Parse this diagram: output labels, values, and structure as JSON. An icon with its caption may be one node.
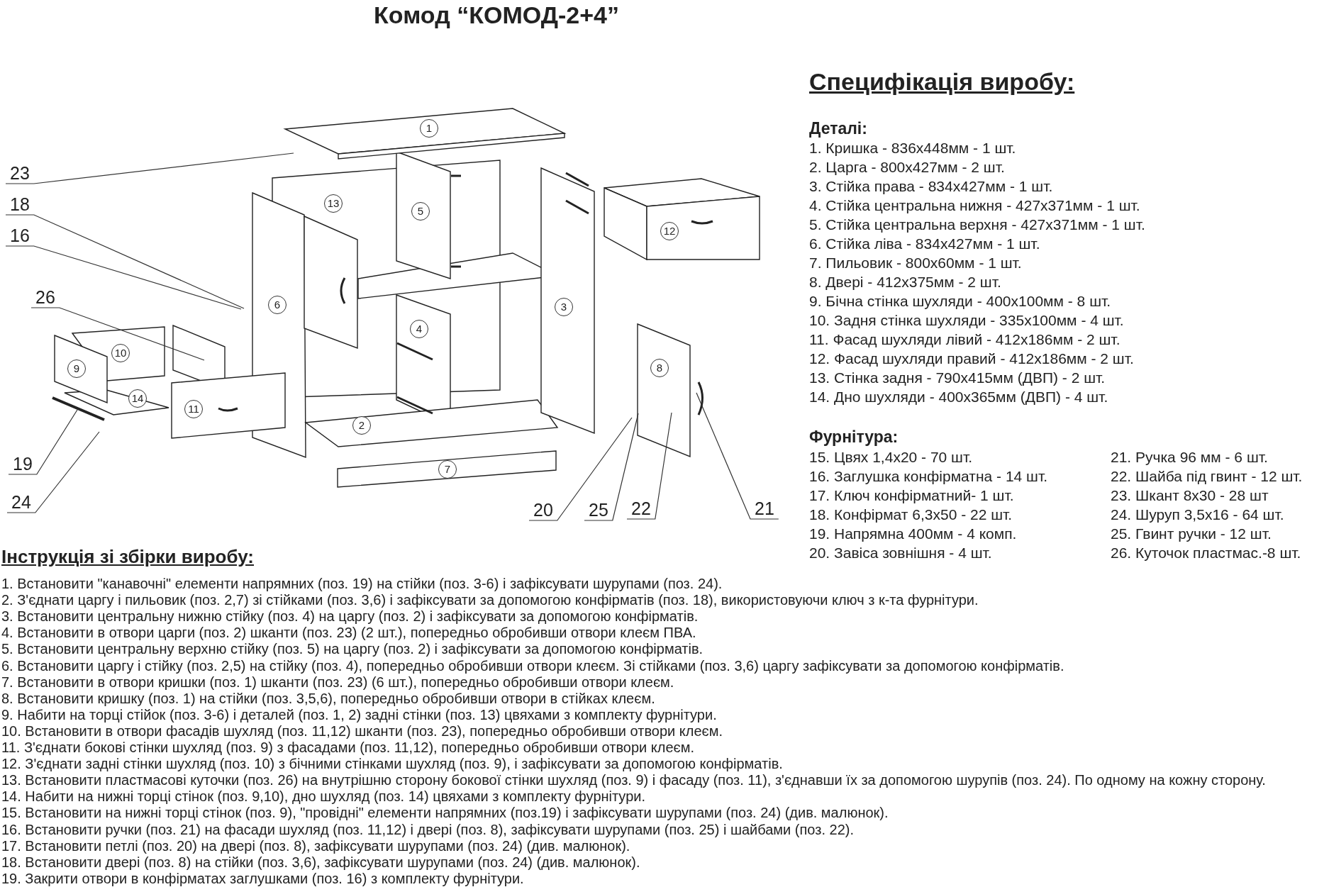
{
  "diagram": {
    "title": "Комод “КОМОД-2+4”",
    "nodes": [
      {
        "text": [
          "23"
        ]
      },
      {
        "text": [
          "18"
        ]
      },
      {
        "text": [
          "16"
        ]
      },
      {
        "text": [
          "26"
        ]
      },
      {
        "text": [
          "19"
        ]
      },
      {
        "text": [
          "24"
        ]
      },
      {
        "text": [
          "1"
        ]
      },
      {
        "text": [
          "13"
        ]
      },
      {
        "text": [
          "5"
        ]
      },
      {
        "text": [
          "12"
        ]
      },
      {
        "text": [
          "6"
        ]
      },
      {
        "text": [
          "3"
        ]
      },
      {
        "text": [
          "4"
        ]
      },
      {
        "text": [
          "8"
        ]
      },
      {
        "text": [
          "10"
        ]
      },
      {
        "text": [
          "9"
        ]
      },
      {
        "text": [
          "14"
        ]
      },
      {
        "text": [
          "11"
        ]
      },
      {
        "text": [
          "2"
        ]
      },
      {
        "text": [
          "7"
        ]
      },
      {
        "text": [
          "20"
        ]
      },
      {
        "text": [
          "25"
        ]
      },
      {
        "text": [
          "22"
        ]
      },
      {
        "text": [
          "21"
        ]
      }
    ],
    "edges": [
      {
        "from": 0,
        "to": null,
        "arrow": "none"
      },
      {
        "from": 1,
        "to": null,
        "arrow": "none"
      },
      {
        "from": 2,
        "to": null,
        "arrow": "none"
      },
      {
        "from": 3,
        "to": null,
        "arrow": "none"
      },
      {
        "from": 4,
        "to": null,
        "arrow": "none"
      },
      {
        "from": 5,
        "to": null,
        "arrow": "none"
      },
      {
        "from": 20,
        "to": null,
        "arrow": "none"
      },
      {
        "from": 21,
        "to": null,
        "arrow": "none"
      },
      {
        "from": 22,
        "to": null,
        "arrow": "none"
      },
      {
        "from": 23,
        "to": null,
        "arrow": "none"
      }
    ],
    "labels": [
      "Специфікація виробу:",
      "Деталі:",
      "1. Кришка - 836x448мм - 1 шт.",
      "2. Царга - 800x427мм - 2 шт.",
      "3. Стійка права - 834x427мм - 1 шт.",
      "4. Стійка центральна нижня - 427x371мм - 1 шт.",
      "5. Стійка центральна верхня - 427x371мм - 1 шт.",
      "6. Стійка ліва - 834x427мм - 1 шт.",
      "7. Пильовик - 800x60мм - 1 шт.",
      "8. Двері - 412x375мм - 2 шт.",
      "9. Бічна стінка шухляди - 400x100мм - 8 шт.",
      "10. Задня стінка шухляди - 335x100мм - 4 шт.",
      "11. Фасад шухляди лівий - 412x186мм - 2 шт.",
      "12. Фасад шухляди правий - 412x186мм - 2 шт.",
      "13. Стінка задня - 790x415мм (ДВП) - 2 шт.",
      "14. Дно шухляди  - 400x365мм (ДВП) - 4 шт.",
      "Фурнітура:",
      "15. Цвях 1,4x20 - 70 шт.",
      "21. Ручка 96 мм - 6 шт.",
      "16. Заглушка конфірматна - 14 шт.",
      "22. Шайба під гвинт - 12 шт.",
      "17. Ключ конфірматний- 1 шт.",
      "23. Шкант 8x30 - 28 шт",
      "18. Конфірмат 6,3x50 - 22 шт.",
      "24. Шуруп 3,5x16 - 64 шт.",
      "19. Напрямна 400мм - 4 комп.",
      "25. Гвинт ручки - 12 шт.",
      "20. Завіса зовнішня - 4 шт.",
      "26. Куточок пластмас.-8 шт.",
      "Інструкція зі збірки виробу:",
      "1. Встановити \"канавочні\" елементи напрямних (поз. 19) на стійки (поз. 3-6) і зафіксувати шурупами (поз. 24).",
      "2. З'єднати царгу і пильовик (поз. 2,7) зі стійками (поз. 3,6) і зафіксувати за допомогою конфірматів (поз. 18), використовуючи ключ з к-та фурнітури.",
      "3. Встановити центральну нижню стійку (поз. 4) на царгу (поз. 2) і зафіксувати за допомогою конфірматів.",
      "4. Встановити в отвори царги (поз. 2) шканти (поз. 23) (2 шт.), попередньо обробивши отвори клеєм ПВА.",
      "5. Встановити центральну верхню стійку (поз. 5) на царгу (поз. 2) і зафіксувати за допомогою конфірматів.",
      "6. Встановити царгу і стійку (поз. 2,5) на стійку (поз. 4), попередньо обробивши отвори клеєм. Зі стійками (поз. 3,6) царгу зафіксувати за допомогою конфірматів.",
      "7. Встановити в отвори кришки (поз. 1) шканти (поз. 23) (6 шт.), попередньо обробивши отвори клеєм.",
      "8. Встановити кришку (поз. 1) на стійки (поз. 3,5,6), попередньо обробивши отвори в стійках клеєм.",
      "9. Набити на торці стійок (поз. 3-6) і деталей (поз. 1, 2) задні стінки (поз. 13) цвяхами з комплекту фурнітури.",
      "10. Встановити в отвори фасадів шухляд (поз. 11,12) шканти (поз. 23), попередньо обробивши отвори клеєм.",
      "11. З'єднати бокові стінки шухляд (поз. 9) з фасадами (поз. 11,12), попередньо обробивши отвори клеєм.",
      "12. З'єднати задні стінки шухляд (поз. 10) з бічними стінками шухляд (поз. 9), і зафіксувати за допомогою конфірматів.",
      "13. Встановити пластмасові куточки (поз. 26) на внутрішню сторону бокової стінки шухляд (поз. 9) і фасаду (поз. 11), з'єднавши їх за допомогою шурупів (поз. 24). По одному на кожну сторону.",
      "14. Набити на нижні торці стінок (поз. 9,10), дно шухляд (поз. 14) цвяхами з комплекту фурнітури.",
      "15. Встановити на нижні торці стінок (поз. 9), \"провідні\" елементи напрямних (поз.19) і зафіксувати шурупами (поз. 24) (див. малюнок).",
      "16. Встановити ручки (поз. 21) на фасади шухляд  (поз. 11,12) і двері (поз. 8), зафіксувати шурупами (поз. 25) і шайбами (поз. 22).",
      "17. Встановити петлі (поз. 20) на двері (поз. 8), зафіксувати шурупами (поз. 24) (див. малюнок).",
      "18. Встановити двері (поз. 8) на стійки (поз. 3,6), зафіксувати шурупами (поз. 24) (див. малюнок).",
      "19. Закрити отвори в конфірматах заглушками (поз. 16) з комплекту фурнітури."
    ]
  }
}
